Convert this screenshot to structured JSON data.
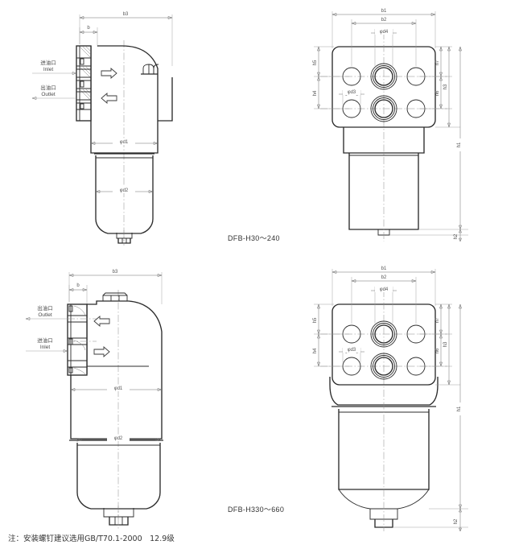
{
  "drawing": {
    "title_note": "注：安装螺钉建议选用GB/T70.1-2000　12.9级",
    "models": [
      {
        "id": "model-top",
        "label": "DFB-H30～240"
      },
      {
        "id": "model-bottom",
        "label": "DFB-H330～660"
      }
    ],
    "ports": {
      "inlet": {
        "cn": "进油口",
        "en": "Inlet"
      },
      "outlet": {
        "cn": "出油口",
        "en": "Outlet"
      }
    },
    "dimensions": {
      "b": "b",
      "b1": "b1",
      "b2": "b2",
      "b3": "b3",
      "d1": "φd1",
      "d2": "φd2",
      "d3": "φd3",
      "d4": "φd4",
      "h1": "h1",
      "h2": "h2",
      "h3": "h3",
      "h4": "h4",
      "h5": "h5",
      "h6": "h6",
      "h7": "h7"
    },
    "views": [
      {
        "name": "front-view-upper",
        "model": "DFB-H30～240",
        "port_order": [
          "进油口/Inlet",
          "出油口/Outlet"
        ],
        "callouts": [
          "b3",
          "b",
          "φd1",
          "φd2"
        ]
      },
      {
        "name": "top-view-upper",
        "model": "DFB-H30～240",
        "callouts": [
          "b1",
          "b2",
          "φd4",
          "φd3",
          "h5",
          "h4",
          "h7",
          "h6",
          "h3",
          "h1",
          "h2"
        ]
      },
      {
        "name": "front-view-lower",
        "model": "DFB-H330～660",
        "port_order": [
          "出油口/Outlet",
          "进油口/Inlet"
        ],
        "callouts": [
          "b3",
          "b",
          "φd1",
          "φd2"
        ]
      },
      {
        "name": "top-view-lower",
        "model": "DFB-H330～660",
        "callouts": [
          "b1",
          "b2",
          "φd4",
          "φd3",
          "h5",
          "h4",
          "h7",
          "h6",
          "h3",
          "h1",
          "h2"
        ]
      }
    ],
    "colors": {
      "line": "#2b2b2b",
      "dimension": "#6e6e6e",
      "text": "#333333",
      "background": "#ffffff"
    }
  }
}
